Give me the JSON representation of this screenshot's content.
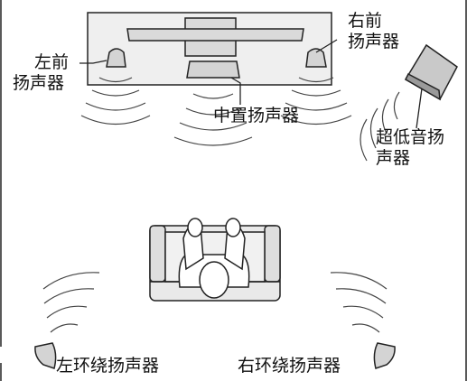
{
  "labels": {
    "front_left_line1": "左前",
    "front_left_line2": "扬声器",
    "front_right_line1": "右前",
    "front_right_line2": "扬声器",
    "center": "中置扬声器",
    "subwoofer_line1": "超低音扬",
    "subwoofer_line2": "声器",
    "surround_left": "左环绕扬声器",
    "surround_right": "右环绕扬声器"
  },
  "colors": {
    "stroke": "#222222",
    "tv_fill": "#e6e6e6",
    "console_fill": "#efefef",
    "speaker_fill": "#d4d4d4",
    "sofa_fill": "#e9e9e9",
    "wave": "#444444"
  }
}
